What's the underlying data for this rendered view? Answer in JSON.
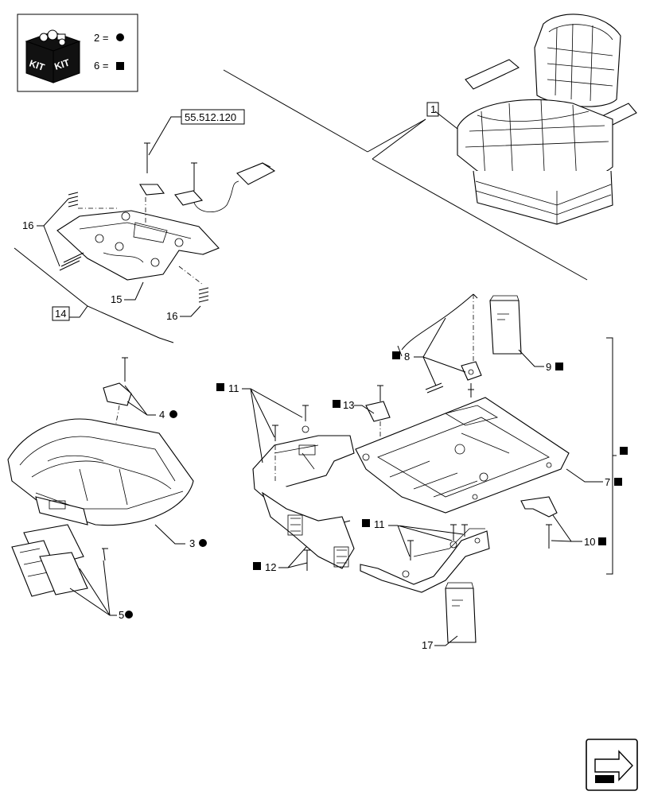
{
  "kit_legend": {
    "kit_text_left": "KIT",
    "kit_text_right": "KIT",
    "rows": [
      {
        "label": "2 =",
        "symbol": "circle"
      },
      {
        "label": "6 =",
        "symbol": "square"
      }
    ]
  },
  "reference_box": "55.512.120",
  "callouts": {
    "c1": "1",
    "c3": "3",
    "c4": "4",
    "c5": "5",
    "c7": "7",
    "c8": "8",
    "c9": "9",
    "c10": "10",
    "c11a": "11",
    "c11b": "11",
    "c12": "12",
    "c13": "13",
    "c14": "14",
    "c15": "15",
    "c16a": "16",
    "c16b": "16",
    "c17": "17"
  },
  "nav_icon": "next-page-arrow-icon"
}
